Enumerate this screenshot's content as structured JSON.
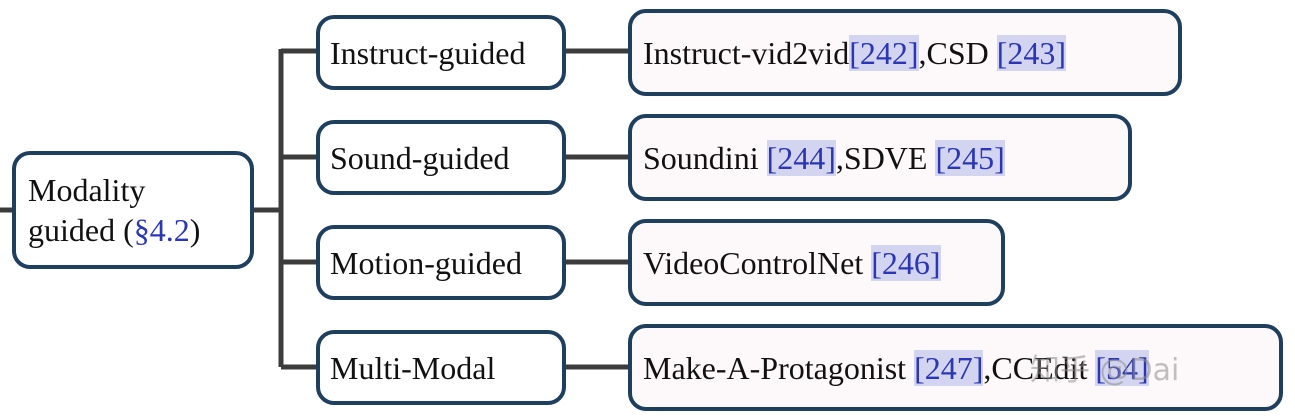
{
  "root": {
    "line1": "Modality",
    "line2_prefix": "guided (",
    "line2_ref": "§4.2",
    "line2_suffix": ")"
  },
  "branches": [
    {
      "label": "Instruct-guided",
      "items": [
        {
          "name": "Instruct-vid2vid",
          "ref": "[242]",
          "sep": ", "
        },
        {
          "name": "CSD ",
          "ref": "[243]",
          "sep": ""
        }
      ]
    },
    {
      "label": "Sound-guided",
      "items": [
        {
          "name": "Soundini ",
          "ref": "[244]",
          "sep": ", "
        },
        {
          "name": "SDVE ",
          "ref": "[245]",
          "sep": ""
        }
      ]
    },
    {
      "label": "Motion-guided",
      "items": [
        {
          "name": "VideoControlNet ",
          "ref": "[246]",
          "sep": ""
        }
      ]
    },
    {
      "label": "Multi-Modal",
      "items": [
        {
          "name": "Make-A-Protagonist ",
          "ref": "[247]",
          "sep": ", "
        },
        {
          "name": "CCEdit ",
          "ref": "[54]",
          "sep": ""
        }
      ]
    }
  ],
  "watermark": "知乎 @Dai",
  "colors": {
    "border": "#1f3f5f",
    "connector": "#3c3c3c",
    "citation": "#2a36b6",
    "citation_highlight": "#d3d4f0"
  }
}
